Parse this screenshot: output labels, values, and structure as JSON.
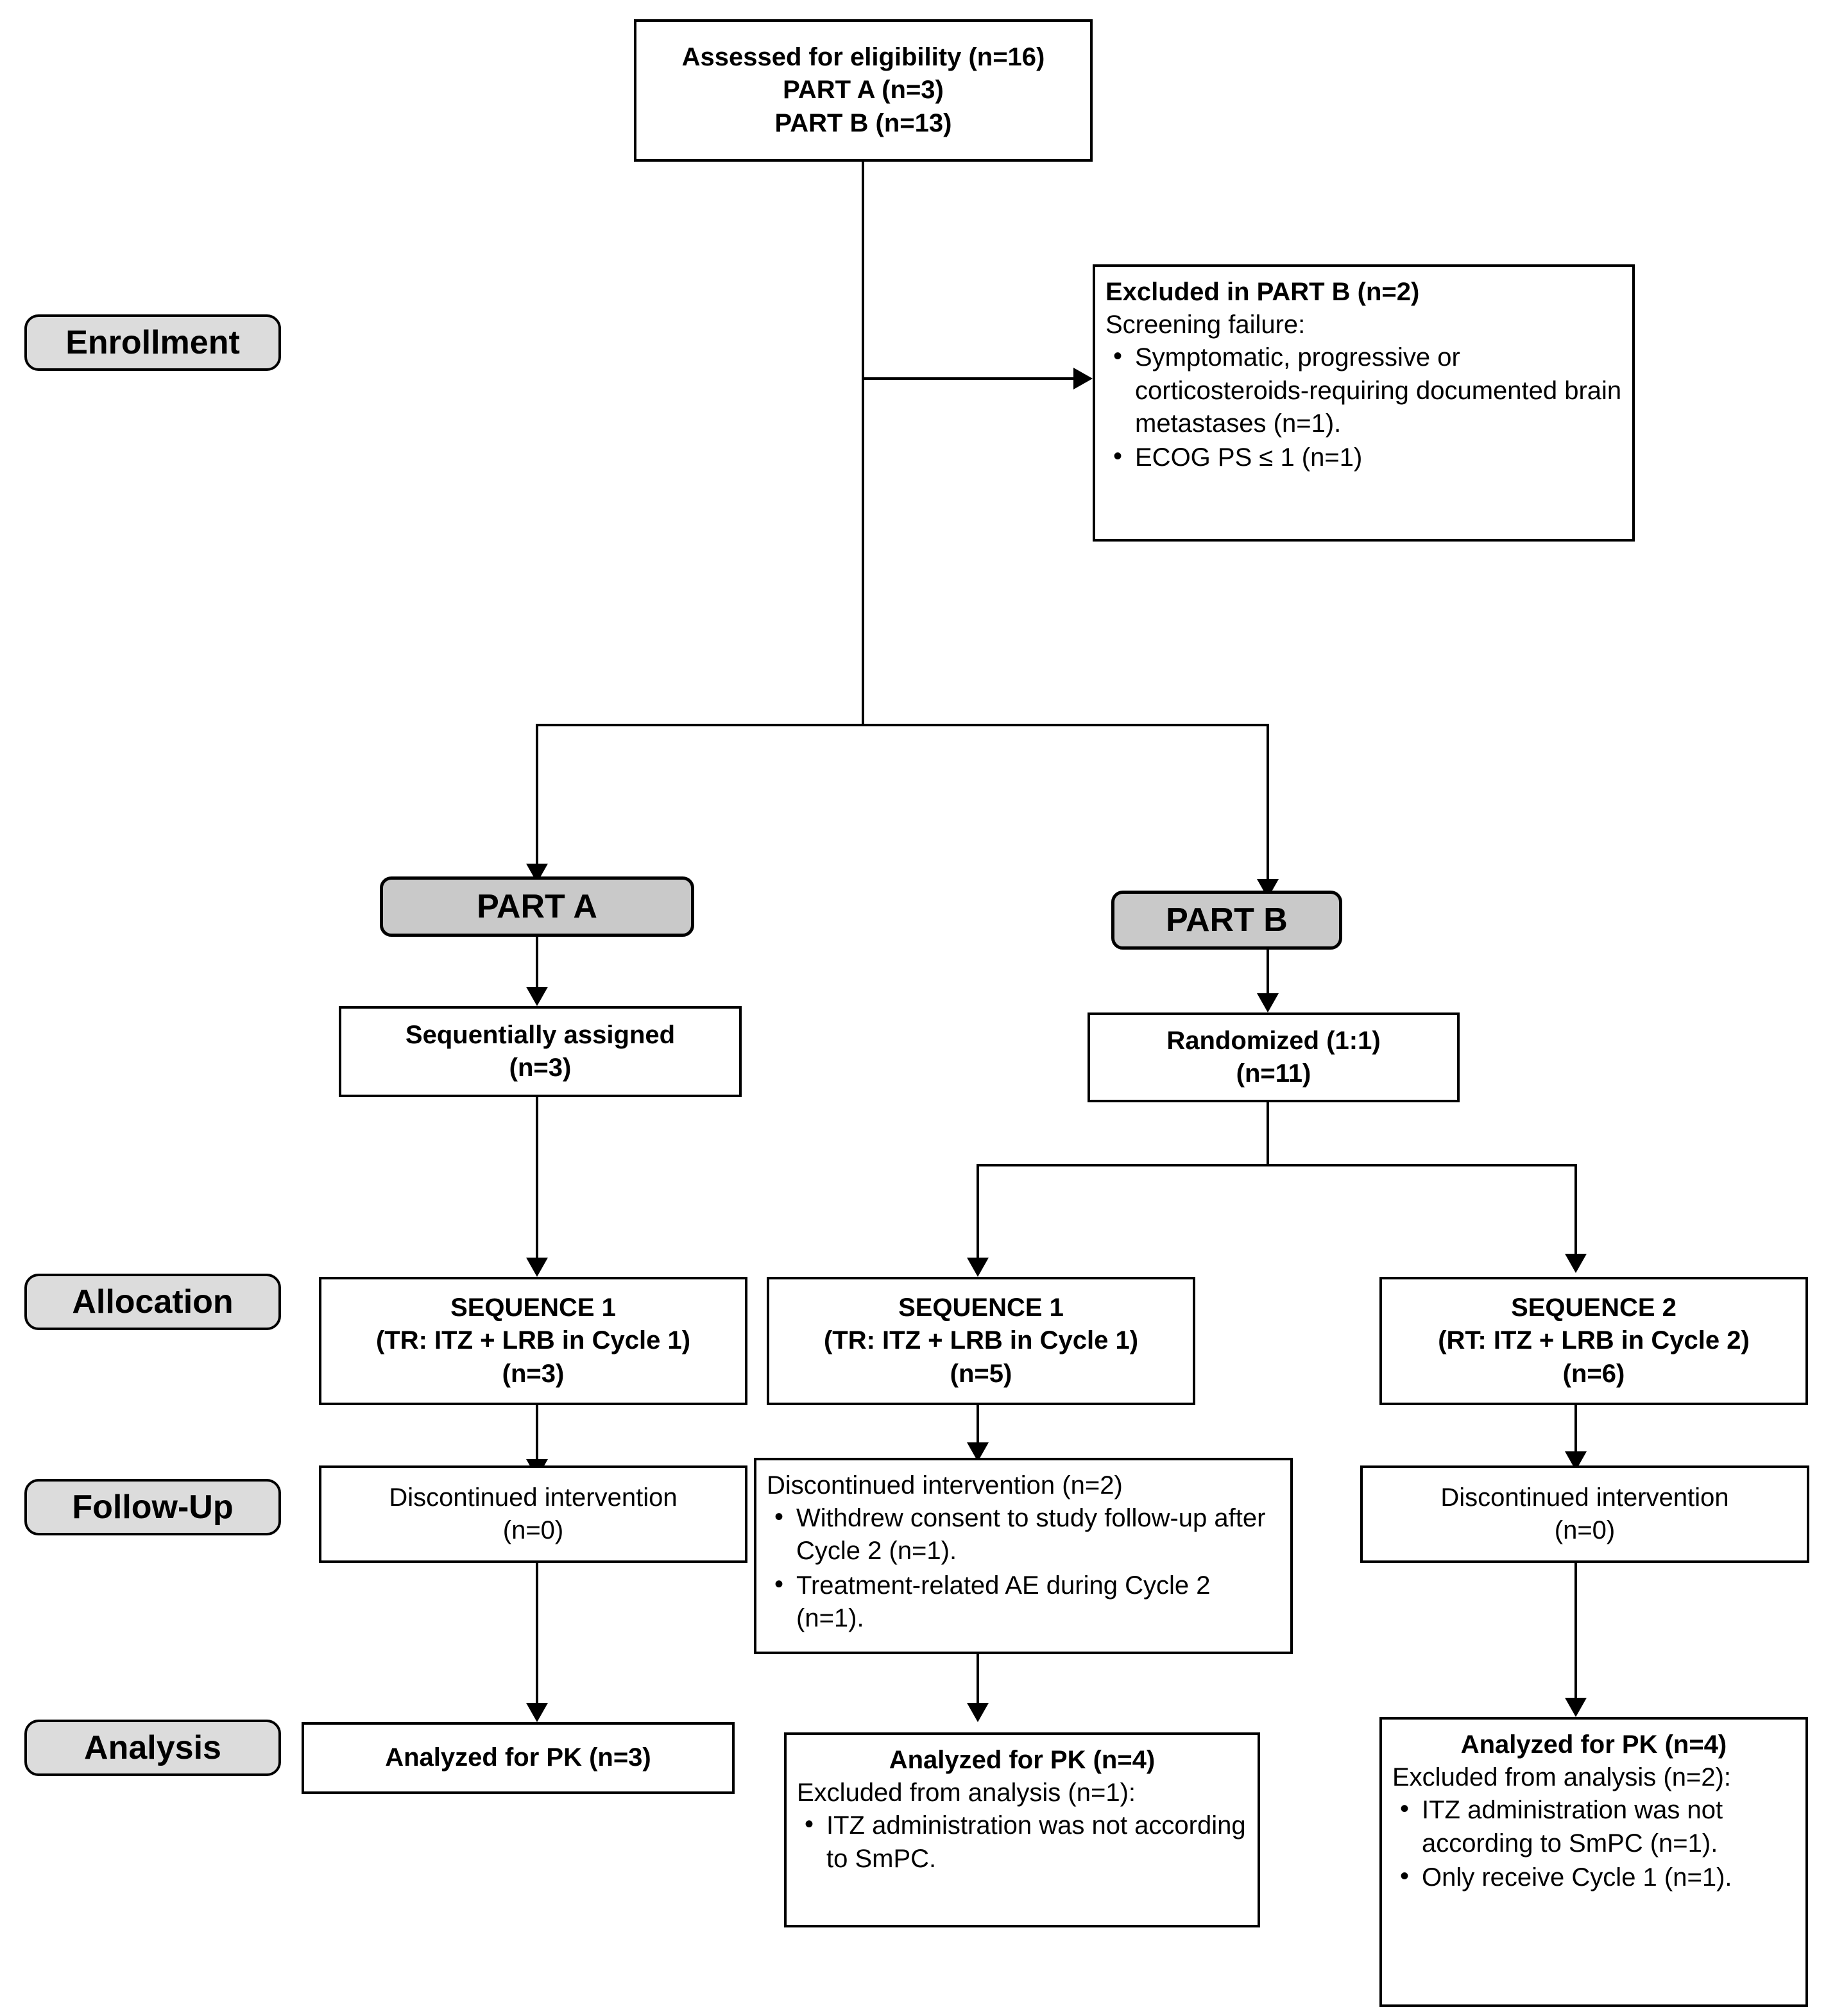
{
  "diagram": {
    "title": "CONSORT participant flow diagram",
    "colors": {
      "stage_fill": "#dcdcdc",
      "part_fill": "#c9c9c9",
      "border": "#000000",
      "box_fill": "#ffffff"
    }
  },
  "stages": [
    {
      "id": "enrollment",
      "label": "Enrollment"
    },
    {
      "id": "allocation",
      "label": "Allocation"
    },
    {
      "id": "followup",
      "label": "Follow-Up"
    },
    {
      "id": "analysis",
      "label": "Analysis"
    }
  ],
  "enrollment": {
    "assessed": {
      "line1": "Assessed for eligibility (n=16)",
      "line2": "PART A (n=3)",
      "line3": "PART B (n=13)"
    },
    "excluded": {
      "heading": "Excluded in PART B (n=2)",
      "subheading": "Screening failure:",
      "bullets": [
        "Symptomatic, progressive or corticosteroids-requiring documented brain metastases (n=1).",
        "ECOG PS ≤ 1 (n=1)"
      ]
    }
  },
  "parts": {
    "a": {
      "label": "PART A"
    },
    "b": {
      "label": "PART B"
    }
  },
  "assignment": {
    "part_a": {
      "line1": "Sequentially assigned",
      "line2": "(n=3)"
    },
    "part_b": {
      "line1": "Randomized (1:1)",
      "line2": "(n=11)"
    }
  },
  "allocation": {
    "a_seq1": {
      "line1": "SEQUENCE 1",
      "line2": "(TR: ITZ + LRB in Cycle 1)",
      "line3": "(n=3)"
    },
    "b_seq1": {
      "line1": "SEQUENCE 1",
      "line2": "(TR: ITZ + LRB in Cycle 1)",
      "line3": "(n=5)"
    },
    "b_seq2": {
      "line1": "SEQUENCE 2",
      "line2": "(RT: ITZ + LRB in Cycle 2)",
      "line3": "(n=6)"
    }
  },
  "followup": {
    "a_seq1": {
      "line1": "Discontinued intervention",
      "line2": "(n=0)"
    },
    "b_seq1": {
      "heading": "Discontinued intervention (n=2)",
      "bullets": [
        "Withdrew consent to study follow-up after Cycle 2 (n=1).",
        "Treatment-related AE during Cycle 2 (n=1)."
      ]
    },
    "b_seq2": {
      "line1": "Discontinued intervention",
      "line2": "(n=0)"
    }
  },
  "analysis": {
    "a_seq1": {
      "heading": "Analyzed for PK (n=3)"
    },
    "b_seq1": {
      "heading": "Analyzed for PK (n=4)",
      "subheading": "Excluded from analysis (n=1):",
      "bullets": [
        "ITZ administration was not according to SmPC."
      ]
    },
    "b_seq2": {
      "heading": "Analyzed for PK (n=4)",
      "subheading": "Excluded from analysis (n=2):",
      "bullets": [
        "ITZ administration was not according to SmPC (n=1).",
        "Only receive Cycle 1 (n=1)."
      ]
    }
  }
}
